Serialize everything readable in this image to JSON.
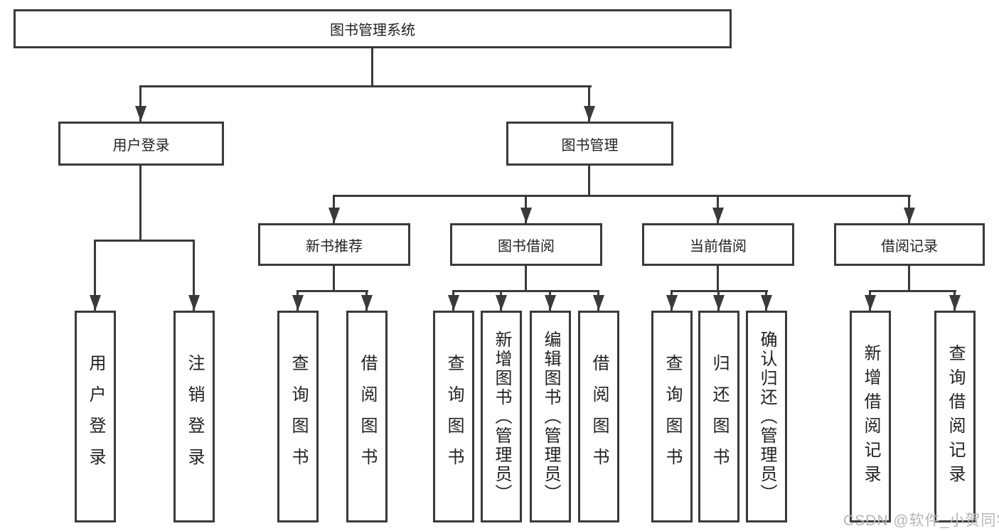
{
  "diagram": {
    "root": {
      "label": "图书管理系统"
    },
    "level2": [
      {
        "label": "用户登录"
      },
      {
        "label": "图书管理"
      }
    ],
    "level3": [
      {
        "label": "新书推荐"
      },
      {
        "label": "图书借阅"
      },
      {
        "label": "当前借阅"
      },
      {
        "label": "借阅记录"
      }
    ],
    "leaves": {
      "user_login": [
        {
          "label": "用户登录"
        },
        {
          "label": "注销登录"
        }
      ],
      "new_book": [
        {
          "label": "查询图书"
        },
        {
          "label": "借阅图书"
        }
      ],
      "book_borrowing": [
        {
          "label": "查询图书"
        },
        {
          "label": "新增图书（管理员）"
        },
        {
          "label": "编辑图书（管理员）"
        },
        {
          "label": "借阅图书"
        }
      ],
      "current_borrowing": [
        {
          "label": "查询图书"
        },
        {
          "label": "归还图书"
        },
        {
          "label": "确认归还（管理员）"
        }
      ],
      "borrowing_records": [
        {
          "label": "新增借阅记录"
        },
        {
          "label": "查询借阅记录"
        }
      ]
    }
  },
  "watermark": {
    "text": "CSDN @软件_小贺同学"
  },
  "colors": {
    "line": "#3a3a3a",
    "text": "#222222",
    "watermark": "#b5b5b5",
    "background": "#ffffff"
  }
}
